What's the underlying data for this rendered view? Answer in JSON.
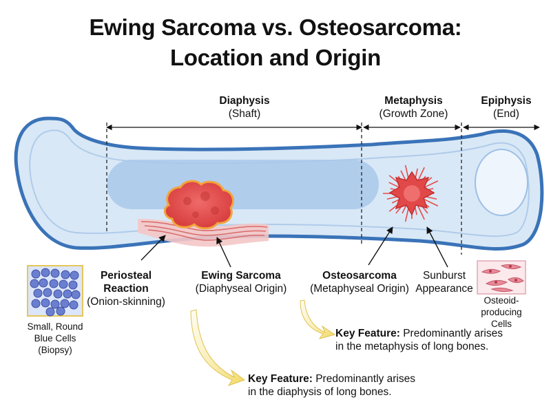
{
  "title": {
    "line1": "Ewing Sarcoma vs. Osteosarcoma:",
    "line2": "Location and Origin"
  },
  "regions": {
    "diaphysis": {
      "name": "Diaphysis",
      "sub": "(Shaft)"
    },
    "metaphysis": {
      "name": "Metaphysis",
      "sub": "(Growth Zone)"
    },
    "epiphysis": {
      "name": "Epiphysis",
      "sub": "(End)"
    }
  },
  "labels": {
    "periosteal": {
      "line1": "Periosteal",
      "line2": "Reaction",
      "line3": "(Onion-skinning)"
    },
    "ewing": {
      "name": "Ewing Sarcoma",
      "sub": "(Diaphyseal Origin)"
    },
    "osteo": {
      "name": "Osteosarcoma",
      "sub": "(Metaphyseal Origin)"
    },
    "sunburst": {
      "line1": "Sunburst",
      "line2": "Appearance"
    }
  },
  "cells": {
    "small_round": {
      "line1": "Small, Round",
      "line2": "Blue Cells",
      "line3": "(Biopsy)"
    },
    "osteoid": {
      "line1": "Osteoid-",
      "line2": "producing",
      "line3": "Cells"
    }
  },
  "key_features": {
    "osteo": {
      "label": "Key Feature:",
      "text1": " Predominantly arises",
      "text2": "in the metaphysis of long bones."
    },
    "ewing": {
      "label": "Key Feature:",
      "text1": " Predominantly arises",
      "text2": "in the diaphysis of long bones."
    }
  },
  "colors": {
    "bone_outline": "#3a73b8",
    "bone_fill": "#d9e8f6",
    "marrow": "#a9c8ea",
    "tumor": "#e04040",
    "periosteal": "#e7a0a0",
    "cell_blue": "#6b7fd0",
    "arrow_yellow": "#f3dd76"
  }
}
